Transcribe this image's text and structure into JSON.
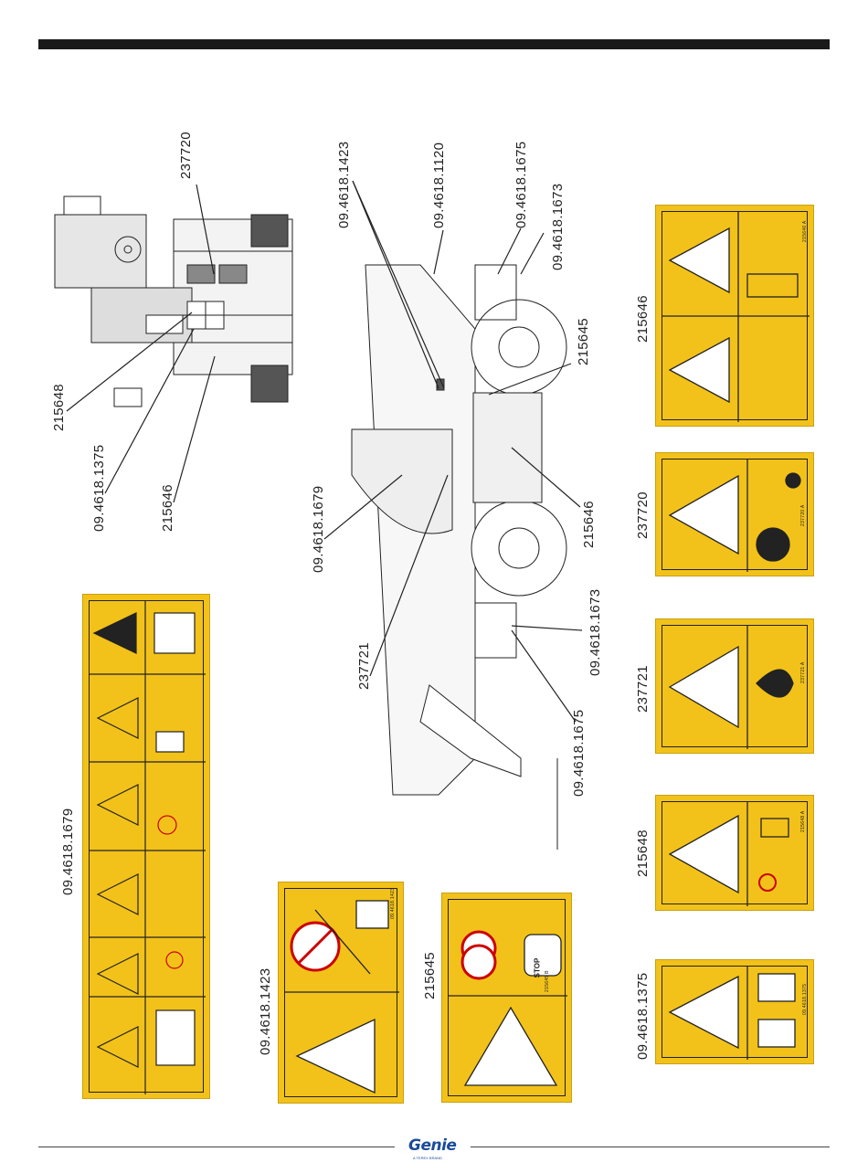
{
  "header": {
    "bar": ""
  },
  "labels": {
    "machine_top": [
      "237720",
      "215648",
      "09.4618.1375",
      "215646"
    ],
    "machine_side": [
      "09.4618.1423",
      "09.4618.1120",
      "09.4618.1675",
      "09.4618.1673",
      "215645",
      "215646",
      "09.4618.1679",
      "237721",
      "09.4618.1673",
      "09.4618.1675"
    ]
  },
  "decals": {
    "d1679": {
      "id": "09.4618.1679"
    },
    "d1423": {
      "id": "09.4618.1423",
      "code": "09.4618.1423"
    },
    "d215645": {
      "id": "215645",
      "code": "215645 B",
      "stop": "STOP"
    },
    "d215646": {
      "id": "215646",
      "code": "215646 A"
    },
    "d237720": {
      "id": "237720",
      "code": "237720 A"
    },
    "d237721": {
      "id": "237721",
      "code": "237721 A"
    },
    "d215648": {
      "id": "215648",
      "code": "215648 A"
    },
    "d1375": {
      "id": "09.4618.1375",
      "code": "09.4618.1375"
    }
  },
  "footer": {
    "brand": "Genie",
    "sub": "A TEREX BRAND"
  },
  "colors": {
    "decal_yellow": "#f2c21a",
    "rule": "#1a1a1a",
    "brand_blue": "#1b4b9a"
  }
}
